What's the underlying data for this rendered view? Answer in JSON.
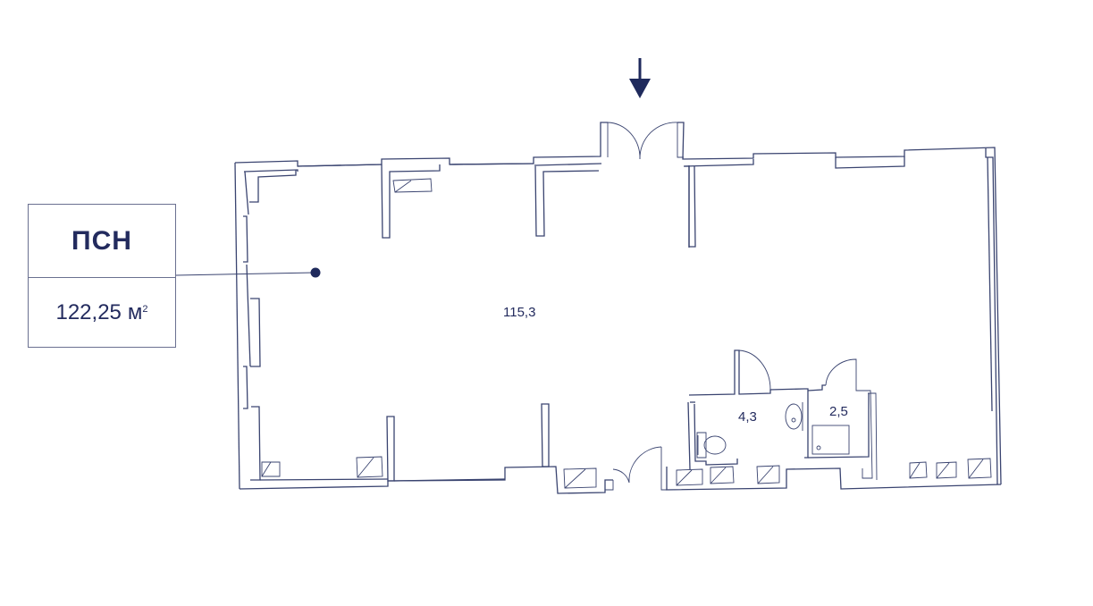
{
  "unit": {
    "type": "ПСН",
    "area": "122,25",
    "area_unit": "м",
    "area_unit_sup": "2"
  },
  "rooms": {
    "main": "115,3",
    "bathroom": "4,3",
    "shower": "2,5"
  },
  "colors": {
    "line": "#3a4470",
    "text": "#232b5e",
    "marker": "#1f2a5c"
  },
  "icons": {
    "entrance": "arrow-down-icon",
    "pointer": "dot-marker-icon"
  }
}
